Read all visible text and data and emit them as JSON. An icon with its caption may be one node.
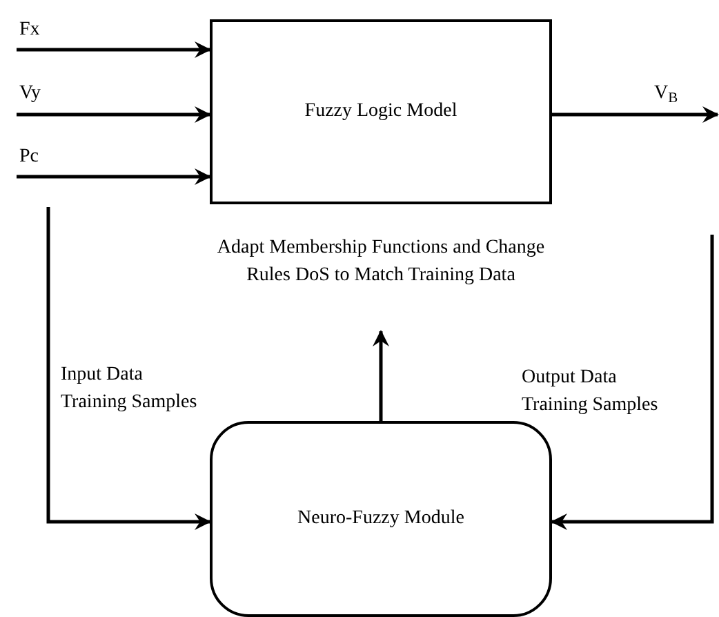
{
  "diagram": {
    "nodes": [
      {
        "text": [
          "Fuzzy Logic Model"
        ]
      },
      {
        "text": [
          "Neuro-Fuzzy Module"
        ]
      },
      {
        "text": [
          "Adapt Membership Functions and Change Rules DoS to Match Training Data"
        ]
      }
    ],
    "edges": [
      {
        "from": null,
        "to": 0,
        "arrow": "to",
        "label": "Fx"
      },
      {
        "from": null,
        "to": 0,
        "arrow": "to",
        "label": "Vy"
      },
      {
        "from": null,
        "to": 0,
        "arrow": "to",
        "label": "Pc"
      },
      {
        "from": 0,
        "to": null,
        "arrow": "to",
        "label": "V$_{B}$"
      },
      {
        "from": null,
        "to": 1,
        "arrow": "to",
        "label": "Input Data Training Samples"
      },
      {
        "from": null,
        "to": 1,
        "arrow": "to",
        "label": "Output Data Training Samples"
      },
      {
        "from": 1,
        "to": 2,
        "arrow": "to"
      }
    ]
  }
}
